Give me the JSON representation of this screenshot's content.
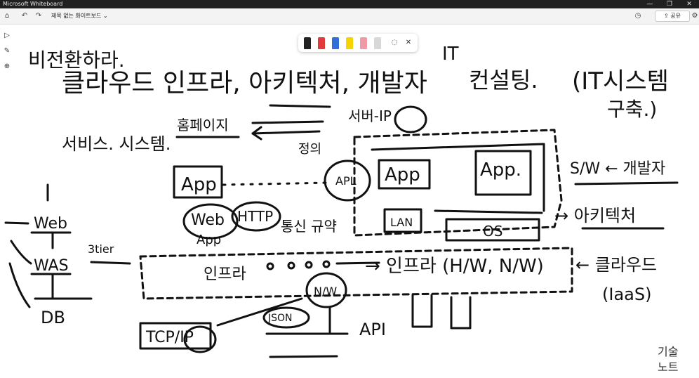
{
  "window": {
    "app_title": "Microsoft Whiteboard",
    "minimize_glyph": "—",
    "restore_glyph": "❐",
    "close_glyph": "✕"
  },
  "toolbar": {
    "board_title": "제목 없는 화이트보드",
    "share_label": "공유",
    "home_icon": "home-icon",
    "undo_icon": "undo-icon",
    "redo_icon": "redo-icon",
    "timer_icon": "timer-icon",
    "settings_icon": "gear-icon"
  },
  "left_rail": {
    "items": [
      "select-icon",
      "pen-icon",
      "add-icon"
    ]
  },
  "ink_toolbar": {
    "pens": [
      {
        "name": "black",
        "color": "#222222"
      },
      {
        "name": "red",
        "color": "#e03a3a"
      },
      {
        "name": "blue",
        "color": "#2f6fd6"
      },
      {
        "name": "yellow-highlighter",
        "color": "#f5d400"
      },
      {
        "name": "pink-highlighter",
        "color": "#f09aa8"
      },
      {
        "name": "eraser",
        "color": "#d8d8d8"
      }
    ]
  },
  "canvas": {
    "notes": {
      "line1_a": "비전환하라.",
      "line2_a": "클라우드 인프라, 아키텍처, 개발자",
      "line2_b": "IT",
      "line2_c": "컨설팅.",
      "line2_d": "(IT시스템",
      "line3_d": "구축.)",
      "services": "서비스. 시스템.",
      "homepage": "홈페이지",
      "server_ip": "서버-IP",
      "definition": "정의",
      "app1": "App",
      "app2": "App",
      "app3": "App.",
      "apl_short": "APL",
      "web": "Web",
      "was": "WAS",
      "db": "DB",
      "tier": "3tier",
      "web_app": "Web",
      "web_app2": "App",
      "http": "HTTP",
      "protocol": "통신 규약",
      "lan": "LAN",
      "os": "OS",
      "sw_dev": "S/W ← 개발자",
      "architect": "→ 아키텍처",
      "infra": "인프라",
      "infra_hw": "→ 인프라 (H/W, N/W)",
      "cloud": "← 클라우드",
      "iaas": "(IaaS)",
      "nw": "N/W",
      "tcpip": "TCP/IP",
      "json": "JSON",
      "api": "API"
    },
    "watermark_line1": "기술",
    "watermark_line2": "노트"
  }
}
